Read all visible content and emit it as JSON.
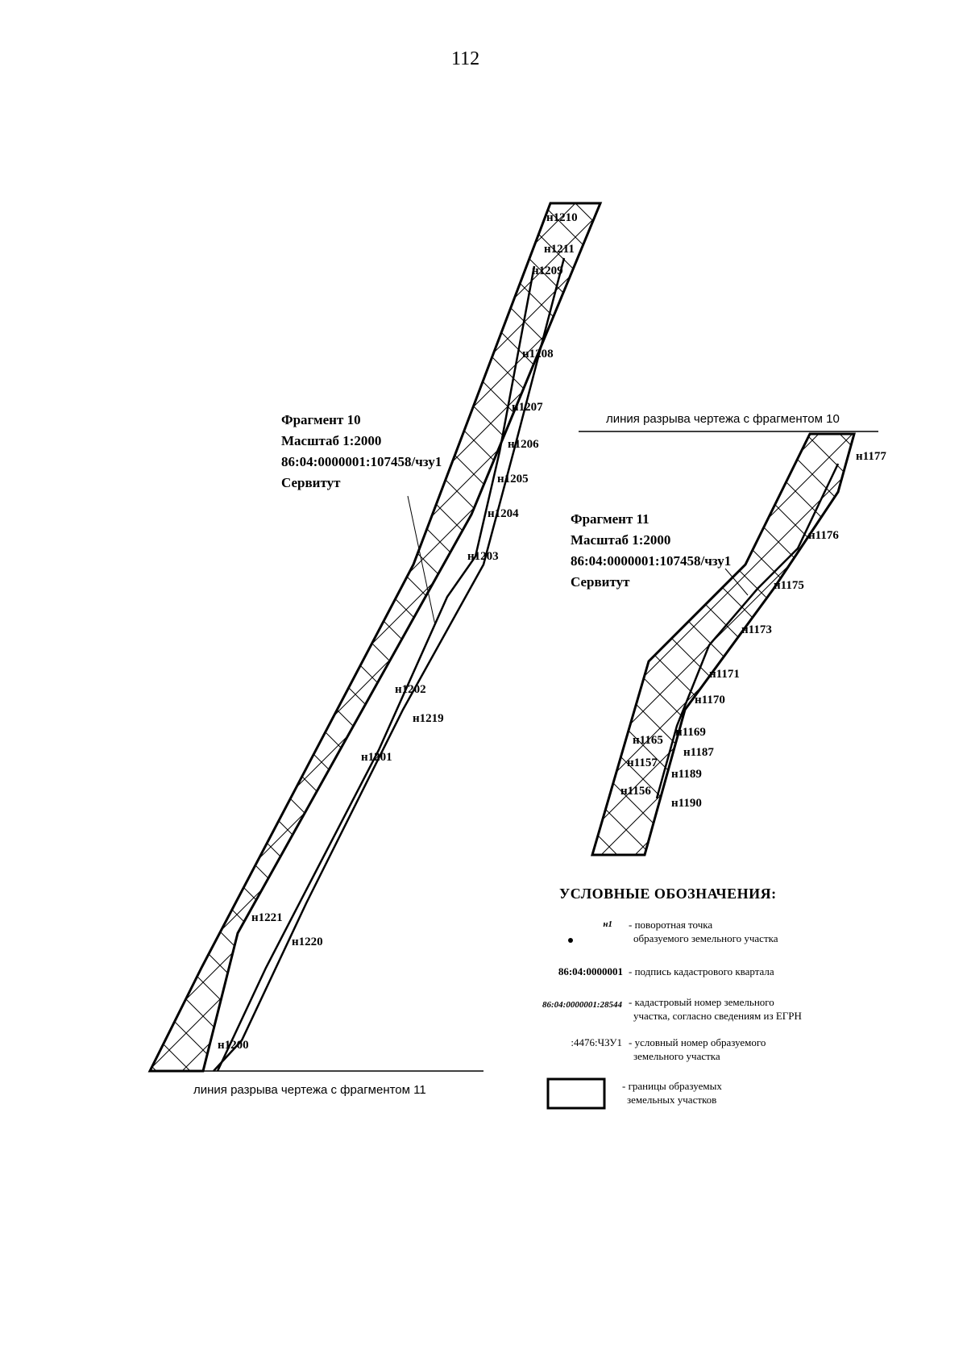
{
  "page_number": "112",
  "fragments": [
    {
      "title": "Фрагмент 10",
      "scale": "Масштаб 1:2000",
      "cadastral": "86:04:0000001:107458/чзу1",
      "type": "Сервитут"
    },
    {
      "title": "Фрагмент 11",
      "scale": "Масштаб 1:2000",
      "cadastral": "86:04:0000001:107458/чзу1",
      "type": "Сервитут"
    }
  ],
  "break_lines": {
    "top": "линия разрыва чертежа с фрагментом 10",
    "bottom": "линия разрыва чертежа с фрагментом 11"
  },
  "points_fragment10": [
    "н1210",
    "н1211",
    "н1209",
    "н1208",
    "н1207",
    "н1206",
    "н1205",
    "н1204",
    "н1203",
    "н1202",
    "н1219",
    "н1201",
    "н1221",
    "н1220",
    "н1200"
  ],
  "points_fragment11": [
    "н1177",
    "н1176",
    "н1175",
    "н1173",
    "н1171",
    "н1170",
    "н1169",
    "н1165",
    "н1187",
    "н1157",
    "н1189",
    "н1156",
    "н1190"
  ],
  "legend": {
    "title": "УСЛОВНЫЕ ОБОЗНАЧЕНИЯ:",
    "items": [
      {
        "key": "н1",
        "desc1": "- поворотная точка",
        "desc2": "образуемого земельного участка"
      },
      {
        "key": "86:04:0000001",
        "desc1": "- подпись кадастрового квартала",
        "desc2": ""
      },
      {
        "key": "86:04:0000001:28544",
        "desc1": "- кадастровый номер земельного",
        "desc2": "участка, согласно сведениям из ЕГРН"
      },
      {
        "key": ":4476:ЧЗУ1",
        "desc1": "- условный номер образуемого",
        "desc2": "земельного участка"
      },
      {
        "key": "",
        "desc1": "- границы образуемых",
        "desc2": "земельных участков"
      }
    ]
  }
}
